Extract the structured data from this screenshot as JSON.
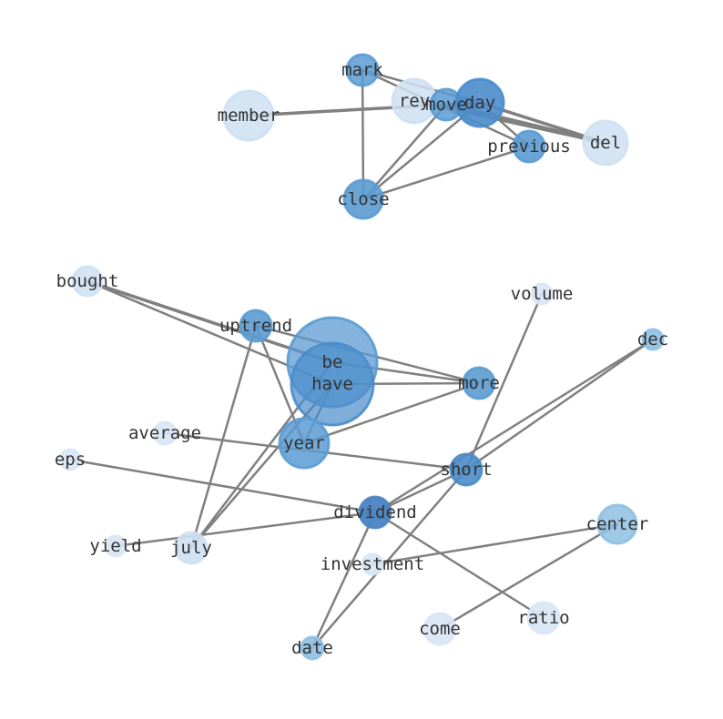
{
  "nodes": [
    {
      "id": "mark",
      "label": "mark",
      "tone": "#5b9bd2"
    },
    {
      "id": "rey",
      "label": "rey",
      "tone": "#cfe0f2"
    },
    {
      "id": "move",
      "label": "move",
      "tone": "#5b9bd2"
    },
    {
      "id": "day",
      "label": "day",
      "tone": "#4a8ccb"
    },
    {
      "id": "member",
      "label": "member",
      "tone": "#cfe0f2"
    },
    {
      "id": "previous",
      "label": "previous",
      "tone": "#5b9bd2"
    },
    {
      "id": "del",
      "label": "del",
      "tone": "#cfe0f2"
    },
    {
      "id": "close",
      "label": "close",
      "tone": "#5b9bd2"
    },
    {
      "id": "bought",
      "label": "bought",
      "tone": "#cfe0f2"
    },
    {
      "id": "volume",
      "label": "volume",
      "tone": "#d8e6f4"
    },
    {
      "id": "uptrend",
      "label": "uptrend",
      "tone": "#5b9bd2"
    },
    {
      "id": "be",
      "label": "be",
      "tone": "#5b9bd2"
    },
    {
      "id": "have",
      "label": "have",
      "tone": "#4a8ccb"
    },
    {
      "id": "more",
      "label": "more",
      "tone": "#5b9bd2"
    },
    {
      "id": "dec",
      "label": "dec",
      "tone": "#8fc0e2"
    },
    {
      "id": "average",
      "label": "average",
      "tone": "#d8e6f4"
    },
    {
      "id": "year",
      "label": "year",
      "tone": "#5b9bd2"
    },
    {
      "id": "eps",
      "label": "eps",
      "tone": "#d8e6f4"
    },
    {
      "id": "short",
      "label": "short",
      "tone": "#4a8ccb"
    },
    {
      "id": "dividend",
      "label": "dividend",
      "tone": "#4a84c2"
    },
    {
      "id": "center",
      "label": "center",
      "tone": "#8fc0e2"
    },
    {
      "id": "yield",
      "label": "yield",
      "tone": "#d8e6f4"
    },
    {
      "id": "july",
      "label": "july",
      "tone": "#cfe0f2"
    },
    {
      "id": "investment",
      "label": "investment",
      "tone": "#d8e6f4"
    },
    {
      "id": "come",
      "label": "come",
      "tone": "#d8e6f4"
    },
    {
      "id": "ratio",
      "label": "ratio",
      "tone": "#d8e6f4"
    },
    {
      "id": "date",
      "label": "date",
      "tone": "#8fc0e2"
    }
  ],
  "edges": [
    {
      "source": "mark",
      "target": "close",
      "weight": 1
    },
    {
      "source": "mark",
      "target": "day",
      "weight": 1
    },
    {
      "source": "mark",
      "target": "previous",
      "weight": 1
    },
    {
      "source": "member",
      "target": "day",
      "weight": 2
    },
    {
      "source": "rey",
      "target": "del",
      "weight": 2
    },
    {
      "source": "move",
      "target": "del",
      "weight": 3
    },
    {
      "source": "day",
      "target": "del",
      "weight": 2
    },
    {
      "source": "day",
      "target": "previous",
      "weight": 1
    },
    {
      "source": "close",
      "target": "move",
      "weight": 1
    },
    {
      "source": "close",
      "target": "day",
      "weight": 1
    },
    {
      "source": "close",
      "target": "previous",
      "weight": 1
    },
    {
      "source": "bought",
      "target": "be",
      "weight": 2
    },
    {
      "source": "bought",
      "target": "have",
      "weight": 1
    },
    {
      "source": "uptrend",
      "target": "more",
      "weight": 1
    },
    {
      "source": "uptrend",
      "target": "year",
      "weight": 1
    },
    {
      "source": "uptrend",
      "target": "july",
      "weight": 1
    },
    {
      "source": "be",
      "target": "more",
      "weight": 1
    },
    {
      "source": "have",
      "target": "more",
      "weight": 1
    },
    {
      "source": "year",
      "target": "more",
      "weight": 1
    },
    {
      "source": "year",
      "target": "have",
      "weight": 1
    },
    {
      "source": "july",
      "target": "be",
      "weight": 1
    },
    {
      "source": "july",
      "target": "have",
      "weight": 1
    },
    {
      "source": "average",
      "target": "short",
      "weight": 1
    },
    {
      "source": "eps",
      "target": "dividend",
      "weight": 1
    },
    {
      "source": "volume",
      "target": "short",
      "weight": 1
    },
    {
      "source": "dec",
      "target": "short",
      "weight": 1
    },
    {
      "source": "dec",
      "target": "dividend",
      "weight": 1
    },
    {
      "source": "dividend",
      "target": "short",
      "weight": 1
    },
    {
      "source": "dividend",
      "target": "ratio",
      "weight": 1
    },
    {
      "source": "dividend",
      "target": "date",
      "weight": 1
    },
    {
      "source": "yield",
      "target": "dividend",
      "weight": 1
    },
    {
      "source": "short",
      "target": "date",
      "weight": 1
    },
    {
      "source": "investment",
      "target": "center",
      "weight": 1
    },
    {
      "source": "come",
      "target": "center",
      "weight": 1
    }
  ]
}
